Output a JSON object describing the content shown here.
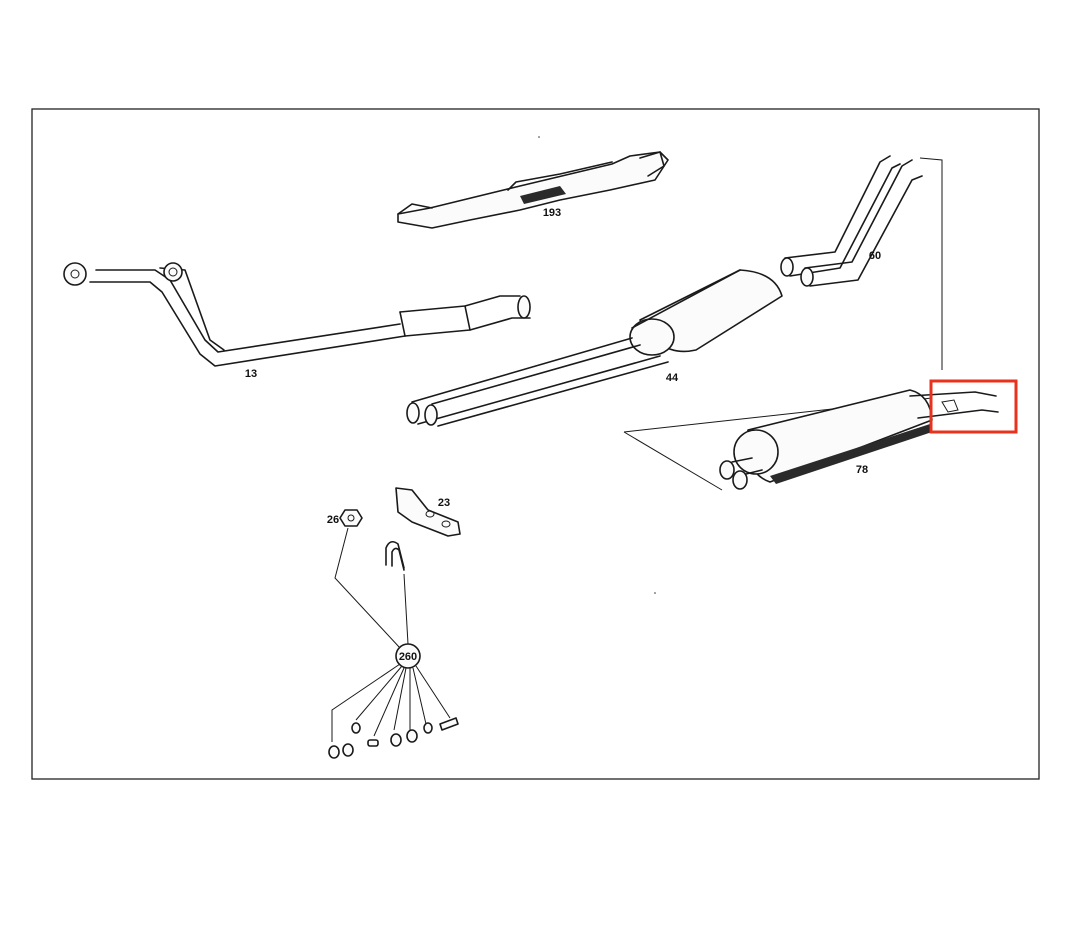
{
  "diagram": {
    "parts": [
      {
        "id": "p193",
        "label": "193"
      },
      {
        "id": "p60",
        "label": "60"
      },
      {
        "id": "p13",
        "label": "13"
      },
      {
        "id": "p44",
        "label": "44"
      },
      {
        "id": "p78",
        "label": "78"
      },
      {
        "id": "p23",
        "label": "23"
      },
      {
        "id": "p26",
        "label": "26"
      },
      {
        "id": "p260",
        "label": "260"
      }
    ],
    "highlight_color": "#e8321e",
    "line_color": "#1a1a1a"
  }
}
